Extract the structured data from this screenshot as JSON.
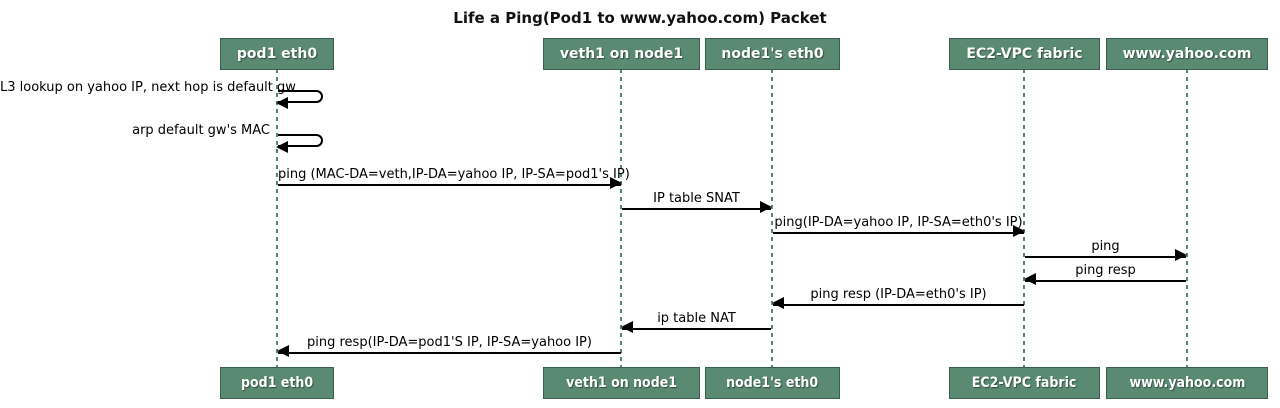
{
  "title": "Life a Ping(Pod1 to www.yahoo.com) Packet",
  "participants": [
    {
      "id": "pod1-eth0",
      "label": "pod1 eth0"
    },
    {
      "id": "veth1-on-node1",
      "label": "veth1 on node1"
    },
    {
      "id": "node1s-eth0",
      "label": "node1's eth0"
    },
    {
      "id": "ec2-vpc-fabric",
      "label": "EC2-VPC fabric"
    },
    {
      "id": "www-yahoo-com",
      "label": "www.yahoo.com"
    }
  ],
  "self_messages": [
    {
      "on": "pod1 eth0",
      "label": "L3 lookup on yahoo IP, next hop is default gw"
    },
    {
      "on": "pod1 eth0",
      "label": "arp default gw's MAC"
    }
  ],
  "messages": [
    {
      "from": "pod1 eth0",
      "to": "veth1 on node1",
      "direction": "right",
      "label": "ping (MAC-DA=veth,IP-DA=yahoo IP, IP-SA=pod1's IP)"
    },
    {
      "from": "veth1 on node1",
      "to": "node1's eth0",
      "direction": "right",
      "label": "IP table SNAT"
    },
    {
      "from": "node1's eth0",
      "to": "EC2-VPC fabric",
      "direction": "right",
      "label": "ping(IP-DA=yahoo IP, IP-SA=eth0's IP)"
    },
    {
      "from": "EC2-VPC fabric",
      "to": "www.yahoo.com",
      "direction": "right",
      "label": "ping"
    },
    {
      "from": "www.yahoo.com",
      "to": "EC2-VPC fabric",
      "direction": "left",
      "label": "ping resp"
    },
    {
      "from": "EC2-VPC fabric",
      "to": "node1's eth0",
      "direction": "left",
      "label": "ping resp (IP-DA=eth0's IP)"
    },
    {
      "from": "node1's eth0",
      "to": "veth1 on node1",
      "direction": "left",
      "label": "ip table NAT"
    },
    {
      "from": "veth1 on node1",
      "to": "pod1 eth0",
      "direction": "left",
      "label": "ping resp(IP-DA=pod1'S IP, IP-SA=yahoo IP)"
    }
  ],
  "colors": {
    "participant_fill": "#5B8A73",
    "participant_border": "#3A5F4E",
    "lifeline": "#4E8968",
    "arrow": "#000000",
    "participant_text": "#FFFFFF",
    "background": "#FFFFFF"
  }
}
